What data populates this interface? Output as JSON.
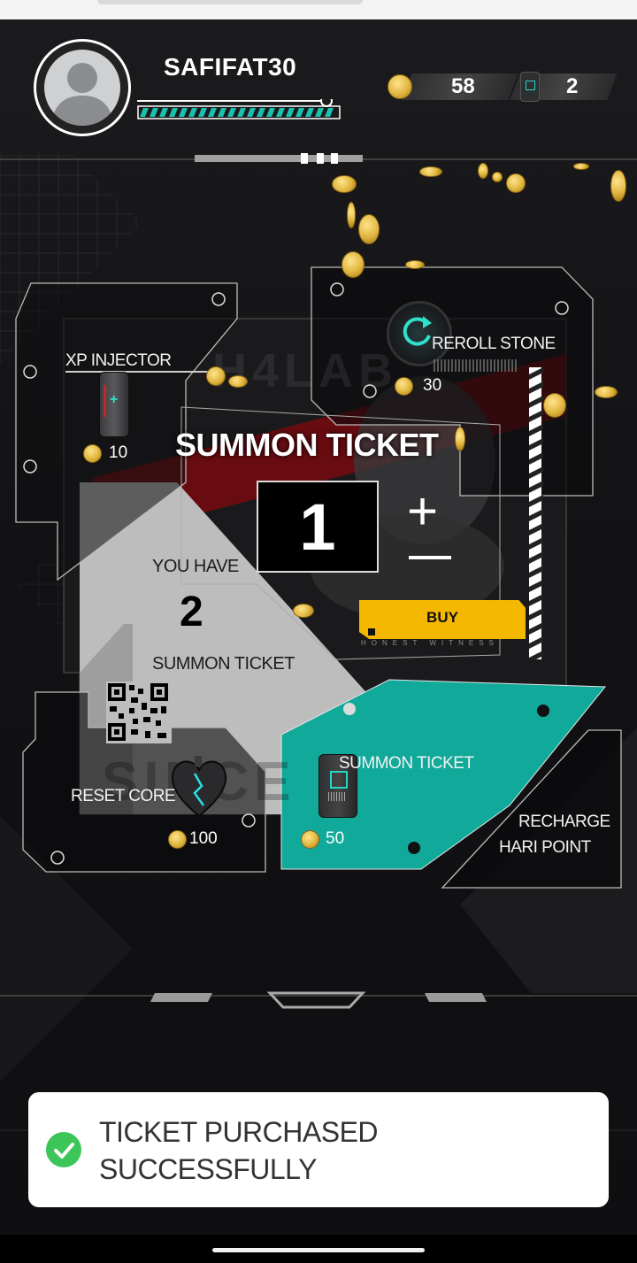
{
  "player": {
    "username": "SAFIFAT30",
    "coins": "58",
    "tickets": "2",
    "xp_fraction": 0.95
  },
  "shop": {
    "xp_injector": {
      "label": "XP INJECTOR",
      "price": "10"
    },
    "reroll_stone": {
      "label": "REROLL STONE",
      "price": "30"
    },
    "summon_panel": {
      "title": "SUMMON TICKET",
      "quantity": "1",
      "you_have_label": "YOU HAVE",
      "owned_count": "2",
      "owned_item": "SUMMON TICKET",
      "buy_label": "BUY",
      "buy_sublabel": "HONEST WITNESS",
      "plus": "+",
      "minus": "−"
    },
    "reset_core": {
      "label": "RESET CORE",
      "price": "100"
    },
    "summon_ticket_card": {
      "label": "SUMMON TICKET",
      "price": "50"
    },
    "recharge": {
      "line1": "RECHARGE",
      "line2": "HARI POINT"
    }
  },
  "watermarks": {
    "top": "H4LAB",
    "bottom": "SINCE"
  },
  "toast": {
    "message_line1": "TICKET PURCHASED",
    "message_line2": "SUCCESSFULLY"
  },
  "colors": {
    "accent_teal": "#10a99a",
    "buy_yellow": "#f5b800",
    "success_green": "#3cc65a",
    "red_stripe": "#8a0f14"
  }
}
